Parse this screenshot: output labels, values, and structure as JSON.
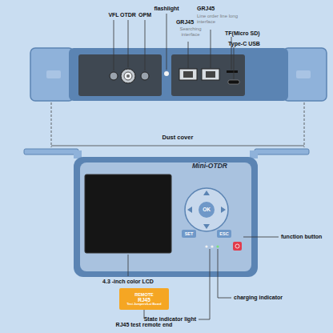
{
  "diagram": {
    "nodes": [
      {
        "text": [
          "Mini-OTDR"
        ]
      },
      {
        "text": [
          "OK"
        ],
        "in": 0
      },
      {
        "text": [
          "SET"
        ],
        "in": 0
      },
      {
        "text": [
          "ESC"
        ],
        "in": 0
      },
      {
        "text": [
          "REMOTE",
          "RJ45",
          "Test Jumpers/Lui Board"
        ]
      }
    ],
    "labels": [
      "VFL",
      "OTDR",
      "OPM",
      "flashlight",
      "GRJ45",
      "Line order line long interface",
      "GRJ45",
      "Searching interface",
      "TF(Micro SD)",
      "Type-C USB",
      "Dust cover",
      "function button",
      "charging indicator",
      "4.3 -inch color LCD",
      "State indicator light",
      "RJ45 test remote end"
    ]
  }
}
